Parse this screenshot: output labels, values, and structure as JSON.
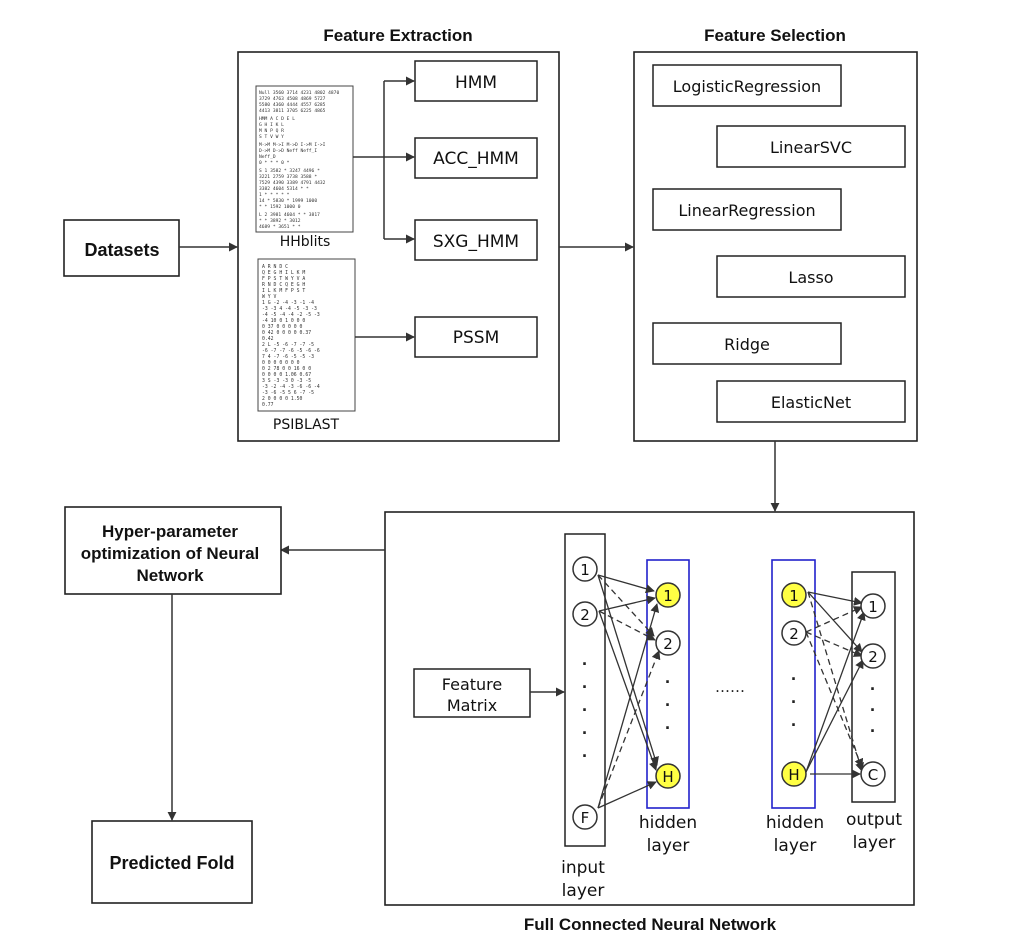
{
  "titles": {
    "feature_extraction": "Feature Extraction",
    "feature_selection": "Feature Selection",
    "fcnn": "Full Connected Neural Network"
  },
  "nodes": {
    "datasets": "Datasets",
    "hmm": "HMM",
    "acc_hmm": "ACC_HMM",
    "sxg_hmm": "SXG_HMM",
    "pssm": "PSSM",
    "hhblits": "HHblits",
    "psiblast": "PSIBLAST",
    "hyper_line1": "Hyper-parameter",
    "hyper_line2": "optimization of Neural",
    "hyper_line3": "Network",
    "predicted_fold": "Predicted Fold",
    "feature_matrix_line1": "Feature",
    "feature_matrix_line2": "Matrix"
  },
  "selection_methods": [
    "LogisticRegression",
    "LinearSVC",
    "LinearRegression",
    "Lasso",
    "Ridge",
    "ElasticNet"
  ],
  "network": {
    "input_nodes": [
      "1",
      "2",
      "F"
    ],
    "hidden1_nodes": [
      "1",
      "2",
      "H"
    ],
    "hidden2_nodes": [
      "1",
      "2",
      "H"
    ],
    "output_nodes": [
      "1",
      "2",
      "C"
    ],
    "dot": "·",
    "ellipsis": "……",
    "input_label_1": "input",
    "input_label_2": "layer",
    "hidden_label_1": "hidden",
    "hidden_label_2": "layer",
    "output_label_1": "output",
    "output_label_2": "layer"
  },
  "colors": {
    "highlight_node": "#ffff44",
    "hidden_box": "#2222cc"
  }
}
